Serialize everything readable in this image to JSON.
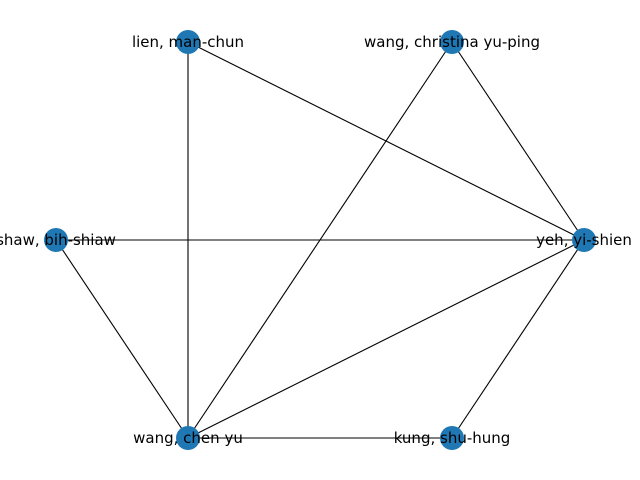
{
  "graph": {
    "node_color": "#1f77b4",
    "edge_color": "#000000",
    "nodes": [
      {
        "id": "lien",
        "label": "lien, man-chun"
      },
      {
        "id": "wang_christina",
        "label": "wang, christina yu-ping"
      },
      {
        "id": "yeh",
        "label": "yeh, yi-shien"
      },
      {
        "id": "kung",
        "label": "kung, shu-hung"
      },
      {
        "id": "wang_chen",
        "label": "wang, chen yu"
      },
      {
        "id": "shaw",
        "label": "shaw, bih-shiaw"
      }
    ],
    "edges": [
      [
        "lien",
        "yeh"
      ],
      [
        "lien",
        "wang_chen"
      ],
      [
        "wang_christina",
        "yeh"
      ],
      [
        "wang_christina",
        "wang_chen"
      ],
      [
        "shaw",
        "yeh"
      ],
      [
        "shaw",
        "wang_chen"
      ],
      [
        "wang_chen",
        "yeh"
      ],
      [
        "wang_chen",
        "kung"
      ],
      [
        "kung",
        "yeh"
      ]
    ]
  }
}
